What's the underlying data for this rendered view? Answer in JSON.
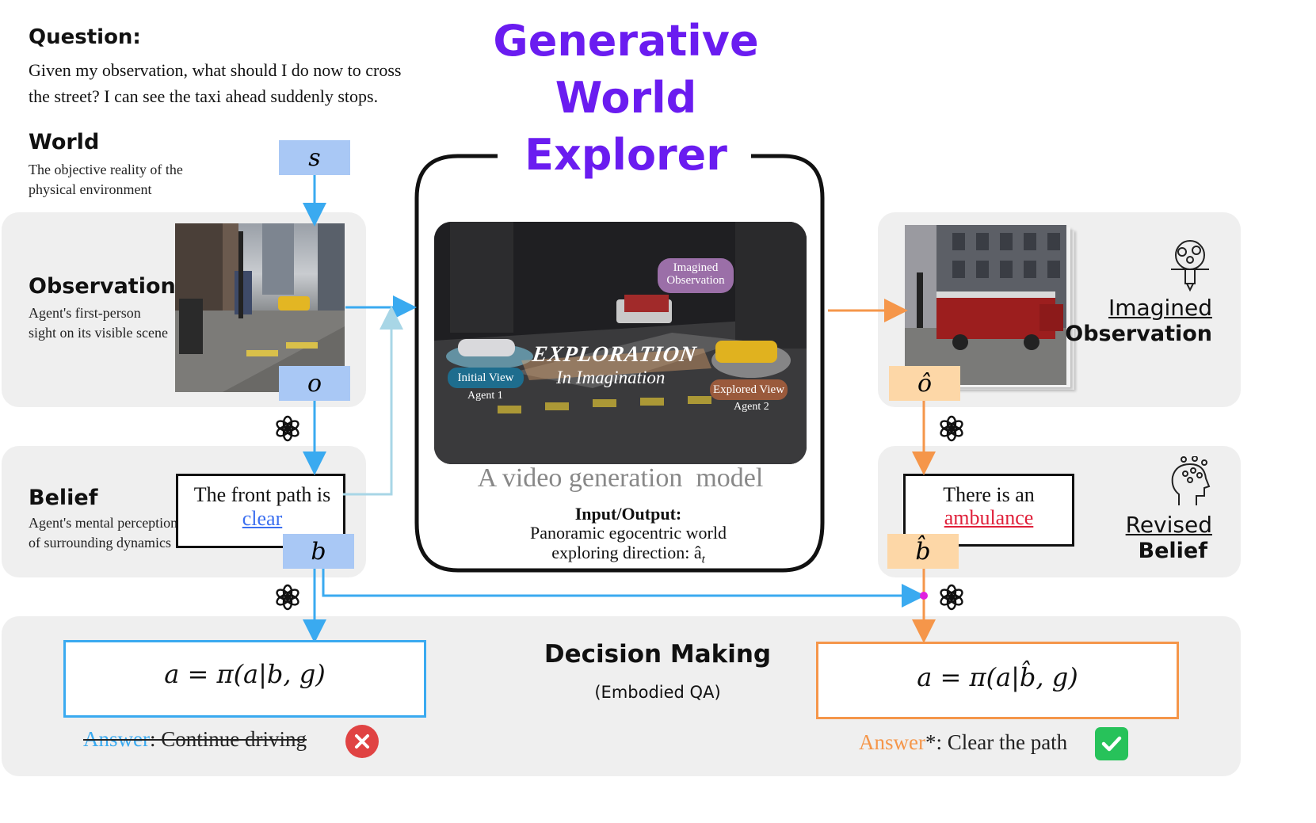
{
  "title_lines": [
    "Generative",
    "World",
    "Explorer"
  ],
  "question": {
    "label": "Question:",
    "text": "Given my observation, what should I do now to cross the street? I can see the taxi ahead suddenly stops."
  },
  "world": {
    "heading": "World",
    "desc": "The objective reality of the physical environment",
    "var": "s"
  },
  "observation": {
    "heading": "Observation",
    "desc": "Agent's first-person sight on its visible scene",
    "var": "o"
  },
  "belief": {
    "heading": "Belief",
    "desc": "Agent's mental perception of surrounding dynamics",
    "var": "b",
    "box_text_prefix": "The front path is ",
    "box_text_link": "clear"
  },
  "center": {
    "imagined_obs_label": "Imagined Observation",
    "exploration_text": "EXPLORATION",
    "in_imagination_text": "In Imagination",
    "initial_view": "Initial View",
    "agent1": "Agent 1",
    "explored_view": "Explored View",
    "agent2": "Agent 2",
    "model_caption": "A video generation  model",
    "io_label": "Input/Output:",
    "io_text1": "Panoramic egocentric world",
    "io_text2": "exploring direction: â",
    "io_sub": "t"
  },
  "right": {
    "imagined_heading_1": "Imagined",
    "imagined_heading_2": "Observation",
    "var_o": "ô",
    "revised_heading_1": "Revised",
    "revised_heading_2": "Belief",
    "var_b": "b̂",
    "box_text_prefix": "There is an",
    "box_text_link": "ambulance"
  },
  "decision": {
    "heading": "Decision Making",
    "sub": "(Embodied QA)",
    "left_formula": "a = π(a|b, g)",
    "right_formula": "a = π(a|b̂, g)",
    "left_answer_label": "Answer",
    "left_answer_text": ": Continue driving",
    "right_answer_label": "Answer",
    "right_answer_text": "*: Clear the path"
  },
  "colors": {
    "title": "#6a1cf0",
    "blue_arrow": "#3aaaf0",
    "light_blue_arrow": "#a8d6e6",
    "orange_arrow": "#f5964a",
    "blue_box": "#a9c8f5",
    "orange_box": "#fdd7a7",
    "link_blue": "#3b6ff0",
    "link_red": "#e0203a",
    "junction": "#e020e0"
  },
  "icons": [
    "openai-logo-icon",
    "brain-icon",
    "head-thought-icon",
    "cross-mark-icon",
    "check-mark-icon"
  ]
}
